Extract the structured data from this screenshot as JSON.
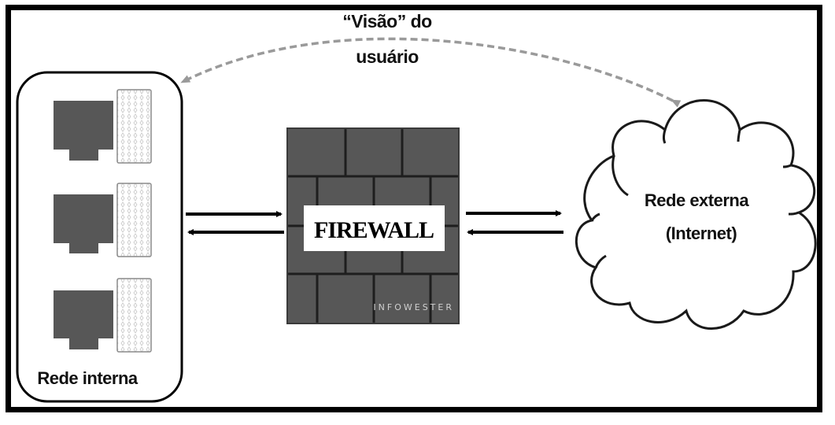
{
  "diagram": {
    "title_line1": "“Visão” do",
    "title_line2": "usuário",
    "internal_network": {
      "label": "Rede interna",
      "computers": 3
    },
    "firewall": {
      "label": "FIREWALL",
      "watermark": "INFOWESTER"
    },
    "external_network": {
      "label_line1": "Rede externa",
      "label_line2": "(Internet)"
    },
    "colors": {
      "frame": "#000000",
      "device_fill": "#575757",
      "wall_fill": "#575757",
      "wall_mortar": "#1e1e1e",
      "dashed_arrow": "#9a9a9a",
      "arrow": "#000000"
    }
  }
}
